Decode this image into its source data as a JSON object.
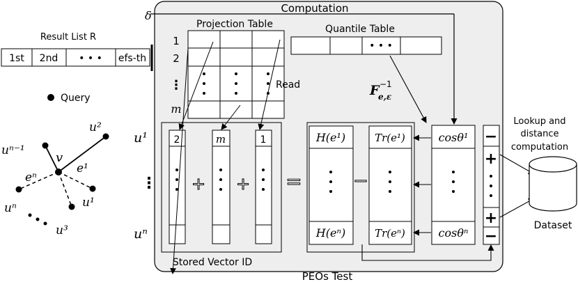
{
  "computation_title": "Computation",
  "delta_label": "δ",
  "result_list": {
    "label": "Result List R",
    "cells": [
      "1st",
      "2nd",
      "• • •",
      "efs-th"
    ]
  },
  "query_legend": "Query",
  "graph": {
    "center": "v",
    "edge_top": "e¹",
    "edge_left": "eⁿ",
    "node_top_left": "uⁿ⁻¹",
    "node_top_right": "u²",
    "node_right": "u¹",
    "node_left": "uⁿ",
    "node_bottom": "u³"
  },
  "projection_table": {
    "title": "Projection Table",
    "row_labels": [
      "1",
      "2",
      "⋮",
      "m"
    ]
  },
  "quantile_table": {
    "title": "Quantile Table",
    "mid": "• • •"
  },
  "read_label": "Read",
  "inverse_cdf": "F⁻¹ e,ε",
  "left_rows": [
    "u¹",
    "⋮",
    "uⁿ"
  ],
  "stored_vector": {
    "caption": "Stored Vector ID",
    "col_tops": [
      "2",
      "m",
      "1"
    ],
    "plus": "+",
    "equals": "="
  },
  "h_column": {
    "top": "H(e¹)",
    "bottom": "H(eⁿ)"
  },
  "minus": "−",
  "t_column": {
    "top": "Tr(e¹)",
    "bottom": "Tr(eⁿ)"
  },
  "cos_column": {
    "top": "cosθ¹",
    "bottom": "cosθⁿ"
  },
  "sign_column": [
    "−",
    "+",
    "+",
    "−"
  ],
  "lookup_label": [
    "Lookup and",
    "distance",
    "computation"
  ],
  "dataset_label": "Dataset",
  "peos_label": "PEOs Test"
}
